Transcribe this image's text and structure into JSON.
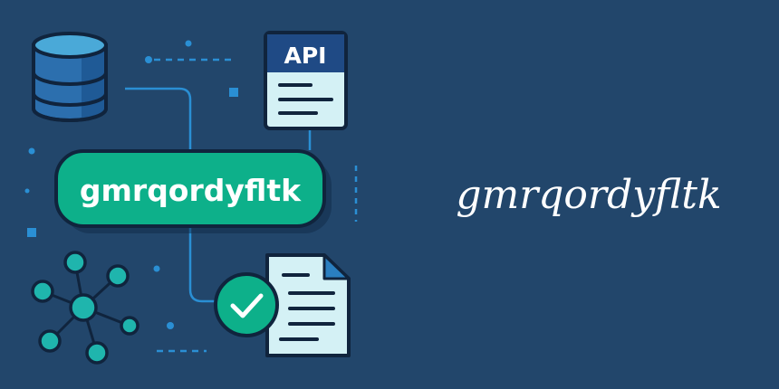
{
  "illustration": {
    "badge_label": "gmrqordyfltk",
    "api_label": "API"
  },
  "title": "gmrqordyfltk",
  "colors": {
    "background": "#22466b",
    "accent_green": "#0db08a",
    "accent_teal": "#1fb5ad",
    "accent_blue": "#2a8fd4",
    "outline": "#10243d",
    "paper": "#d4f1f5"
  }
}
